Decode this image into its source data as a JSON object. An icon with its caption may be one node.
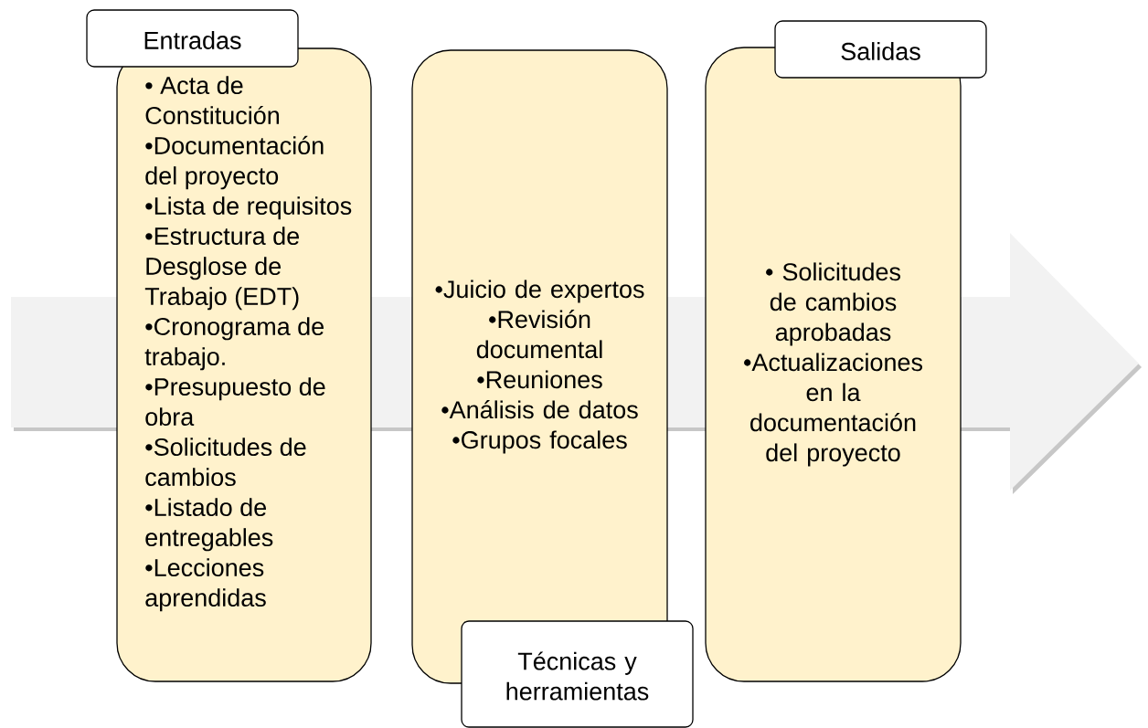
{
  "diagram": {
    "nodes": [
      {
        "text": [
          "Entradas",
          "• Acta de Constitución",
          "•Documentación del proyecto",
          "•Lista de requisitos",
          "•Estructura de Desglose de Trabajo (EDT)",
          "•Cronograma de trabajo.",
          "•Presupuesto de obra",
          "•Solicitudes de cambios",
          "•Listado de entregables",
          "•Lecciones aprendidas"
        ]
      },
      {
        "text": [
          "•Juicio de expertos",
          "•Revisión documental",
          "•Reuniones",
          "•Análisis de datos",
          "•Grupos focales",
          "Técnicas y herramientas"
        ]
      },
      {
        "text": [
          "Salidas",
          "• Solicitudes de cambios aprobadas",
          "•Actualizaciones en la documentación del proyecto"
        ]
      }
    ]
  }
}
